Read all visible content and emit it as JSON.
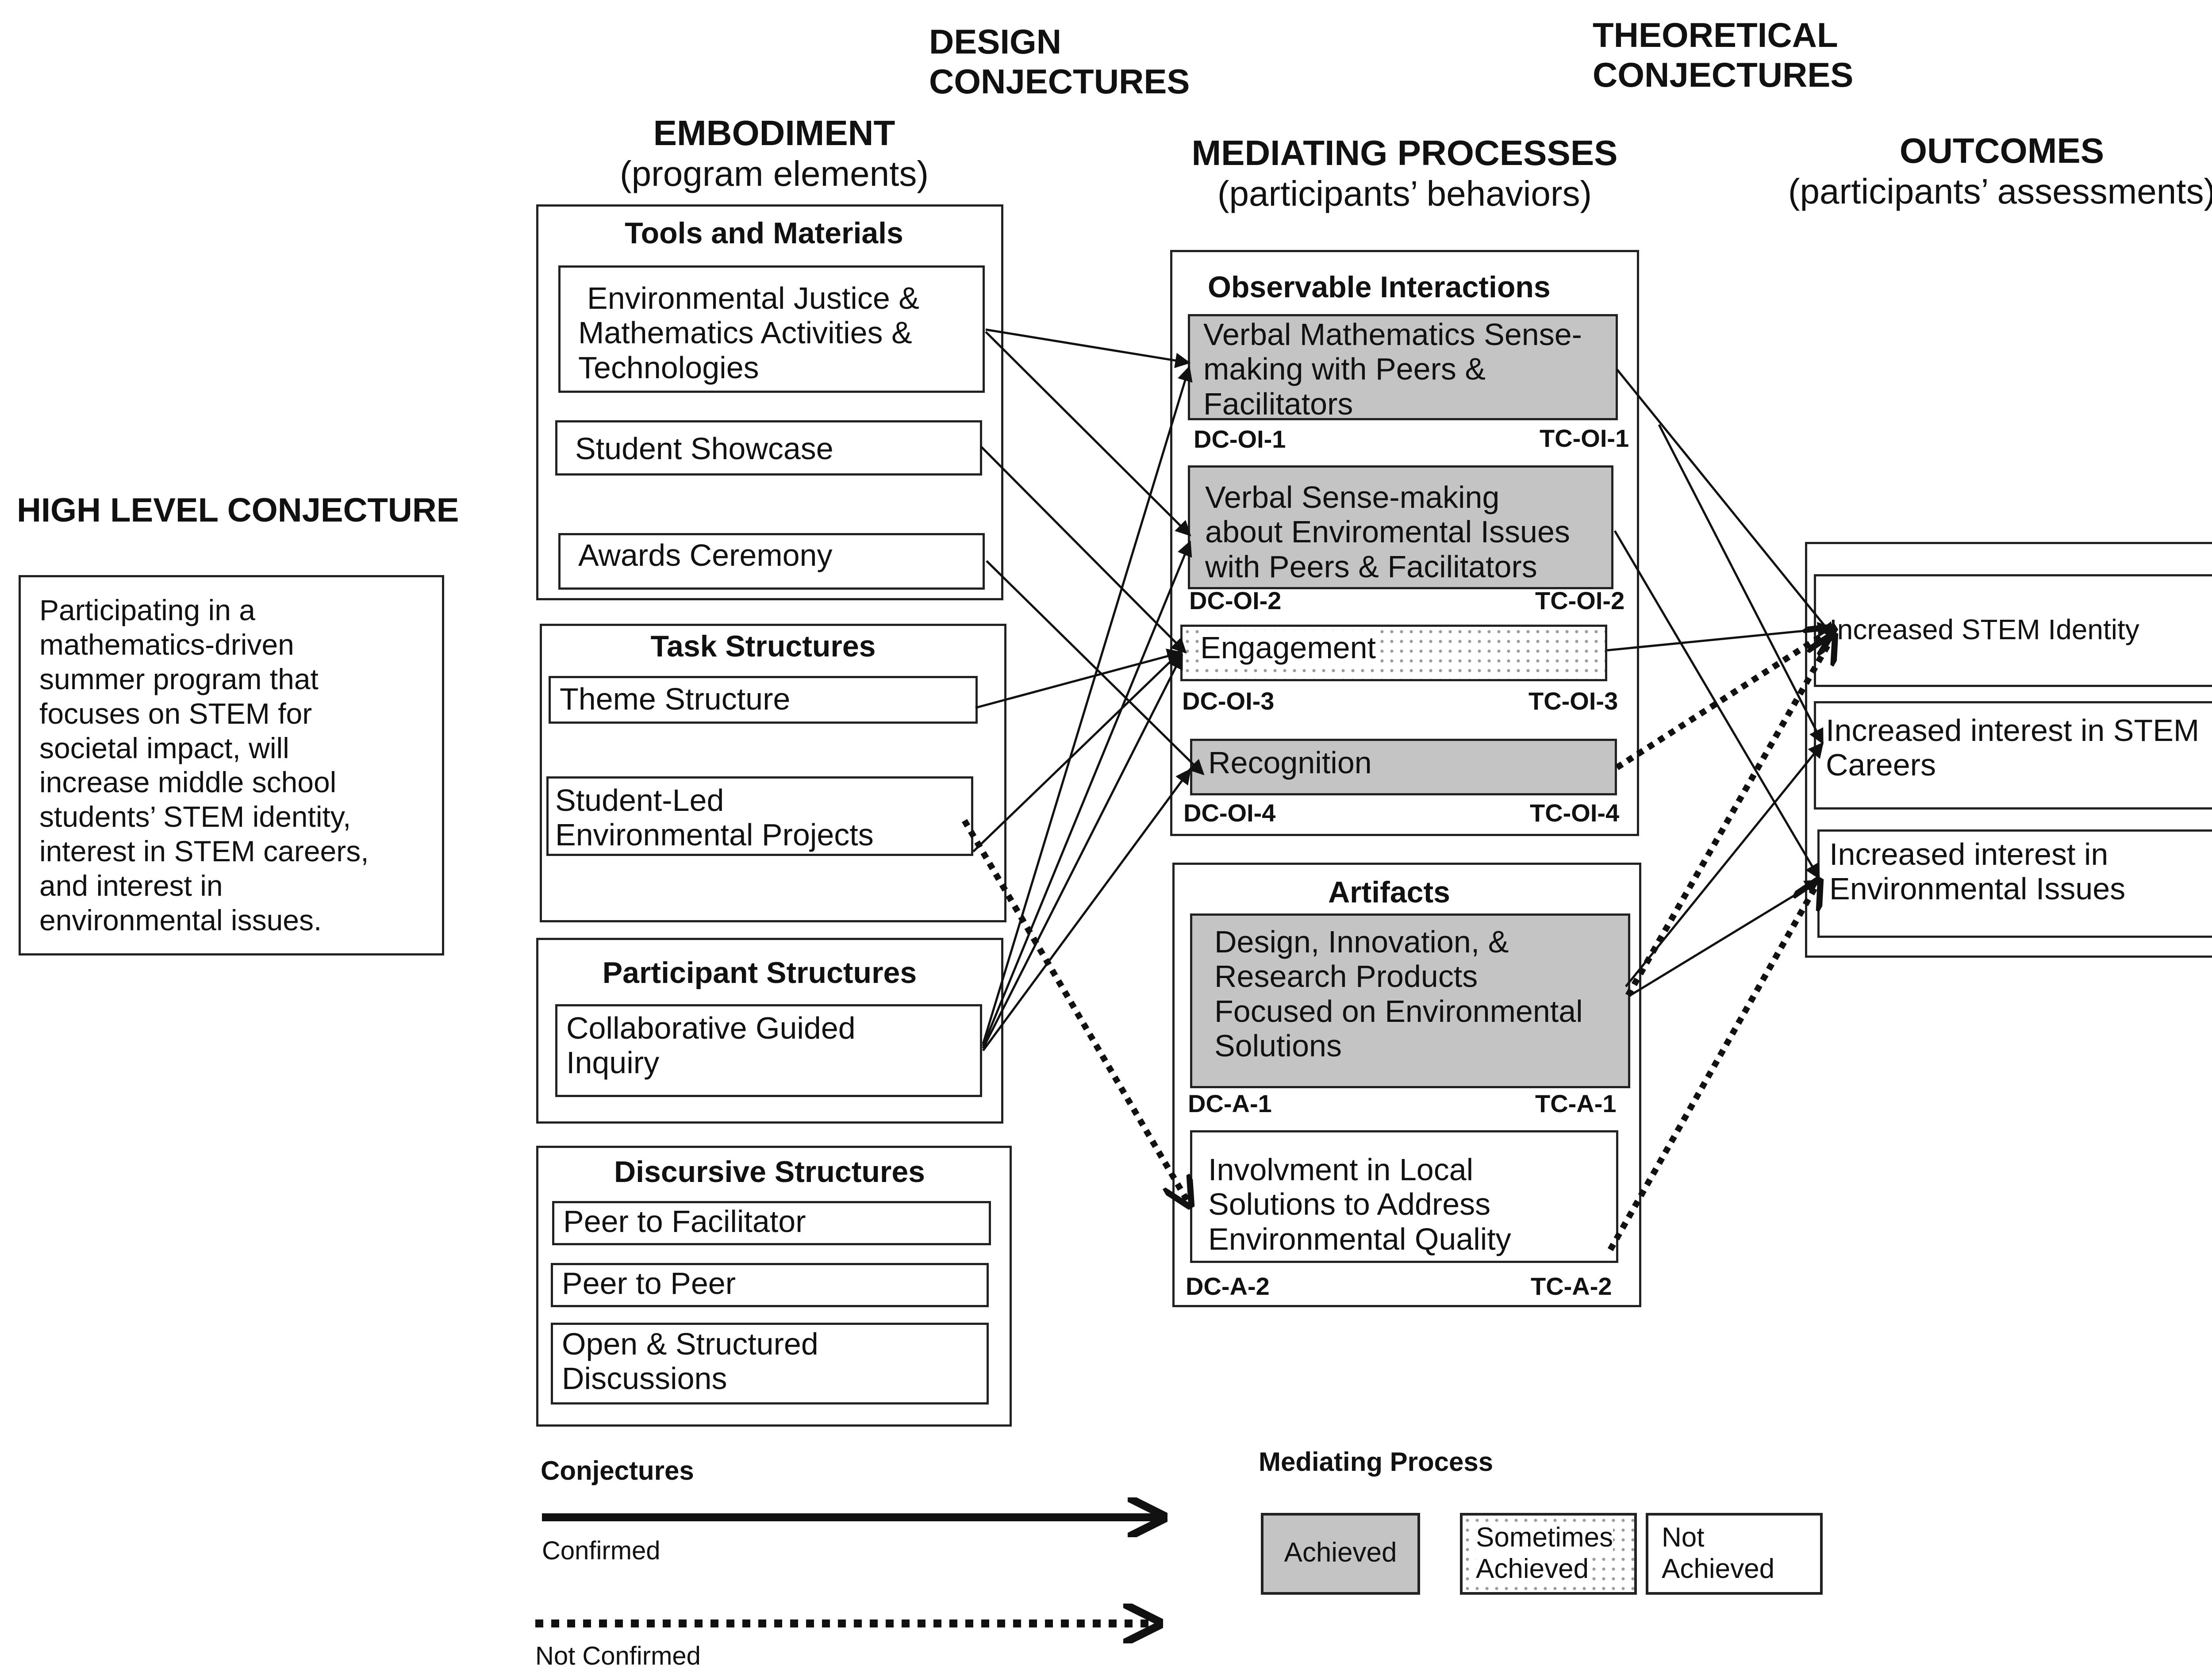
{
  "headers": {
    "design_conjectures": [
      "DESIGN",
      "CONJECTURES"
    ],
    "theoretical_conjectures": [
      "THEORETICAL",
      "CONJECTURES"
    ],
    "embodiment": "EMBODIMENT",
    "embodiment_sub": "(program elements)",
    "mediating": "MEDIATING PROCESSES",
    "mediating_sub": "(participants’ behaviors)",
    "outcomes": "OUTCOMES",
    "outcomes_sub": "(participants’ assessments)"
  },
  "high_level": {
    "title": "HIGH LEVEL CONJECTURE",
    "text_lines": [
      "Participating in a",
      "mathematics-driven",
      "summer program that",
      "focuses on STEM for",
      "societal impact, will",
      "increase middle school",
      "students’ STEM identity,",
      "interest in STEM careers,",
      "and interest in",
      "environmental issues."
    ]
  },
  "embodiment": {
    "tools": {
      "title": "Tools and Materials",
      "items": [
        {
          "lines": [
            "Environmental Justice &",
            "Mathematics Activities &",
            "Technologies"
          ]
        },
        {
          "lines": [
            "Student Showcase"
          ]
        },
        {
          "lines": [
            "Awards Ceremony"
          ]
        }
      ]
    },
    "task": {
      "title": "Task Structures",
      "items": [
        {
          "lines": [
            "Theme Structure"
          ]
        },
        {
          "lines": [
            "Student-Led",
            "Environmental Projects"
          ]
        }
      ]
    },
    "participant": {
      "title": "Participant Structures",
      "items": [
        {
          "lines": [
            "Collaborative Guided",
            "Inquiry"
          ]
        }
      ]
    },
    "discursive": {
      "title": "Discursive Structures",
      "items": [
        {
          "lines": [
            "Peer to Facilitator"
          ]
        },
        {
          "lines": [
            "Peer to Peer"
          ]
        },
        {
          "lines": [
            "Open & Structured",
            "Discussions"
          ]
        }
      ]
    }
  },
  "mediating": {
    "observable": {
      "title": "Observable Interactions",
      "items": [
        {
          "lines": [
            "Verbal Mathematics Sense-",
            "making with Peers &",
            "Facilitators"
          ],
          "status": "Achieved",
          "dc": "DC-OI-1",
          "tc": "TC-OI-1"
        },
        {
          "lines": [
            "Verbal Sense-making",
            "about Enviromental Issues",
            "with Peers & Facilitators"
          ],
          "status": "Achieved",
          "dc": "DC-OI-2",
          "tc": "TC-OI-2"
        },
        {
          "lines": [
            "Engagement"
          ],
          "status": "Sometimes Achieved",
          "dc": "DC-OI-3",
          "tc": "TC-OI-3"
        },
        {
          "lines": [
            "Recognition"
          ],
          "status": "Achieved",
          "dc": "DC-OI-4",
          "tc": "TC-OI-4"
        }
      ]
    },
    "artifacts": {
      "title": "Artifacts",
      "items": [
        {
          "lines": [
            "Design, Innovation, &",
            "Research Products",
            "Focused on Environmental",
            "Solutions"
          ],
          "status": "Achieved",
          "dc": "DC-A-1",
          "tc": "TC-A-1"
        },
        {
          "lines": [
            "Involvment in Local",
            "Solutions to Address",
            "Environmental Quality"
          ],
          "status": "Not Achieved",
          "dc": "DC-A-2",
          "tc": "TC-A-2"
        }
      ]
    }
  },
  "outcomes": {
    "items": [
      {
        "lines": [
          "Increased STEM Identity"
        ]
      },
      {
        "lines": [
          "Increased interest in STEM",
          "Careers"
        ]
      },
      {
        "lines": [
          "Increased interest in",
          "Environmental Issues"
        ]
      }
    ]
  },
  "legend": {
    "conjectures_title": "Conjectures",
    "confirmed": "Confirmed",
    "not_confirmed": "Not Confirmed",
    "mediating_title": "Mediating Process",
    "achieved": "Achieved",
    "sometimes": [
      "Sometimes",
      "Achieved"
    ],
    "not_achieved": [
      "Not",
      "Achieved"
    ]
  },
  "links": {
    "confirmed": [
      [
        "Environmental Justice & Mathematics Activities & Technologies",
        "Verbal Mathematics Sense-making with Peers & Facilitators"
      ],
      [
        "Environmental Justice & Mathematics Activities & Technologies",
        "Verbal Sense-making about Enviromental Issues with Peers & Facilitators"
      ],
      [
        "Student Showcase",
        "Engagement"
      ],
      [
        "Awards Ceremony",
        "Recognition"
      ],
      [
        "Theme Structure",
        "Engagement"
      ],
      [
        "Student-Led Environmental Projects",
        "Engagement"
      ],
      [
        "Collaborative Guided Inquiry",
        "Verbal Mathematics Sense-making with Peers & Facilitators"
      ],
      [
        "Collaborative Guided Inquiry",
        "Verbal Sense-making about Enviromental Issues with Peers & Facilitators"
      ],
      [
        "Collaborative Guided Inquiry",
        "Engagement"
      ],
      [
        "Collaborative Guided Inquiry",
        "Recognition"
      ],
      [
        "Verbal Mathematics Sense-making with Peers & Facilitators",
        "Increased STEM Identity"
      ],
      [
        "Verbal Mathematics Sense-making with Peers & Facilitators",
        "Increased interest in STEM Careers"
      ],
      [
        "Verbal Sense-making about Enviromental Issues with Peers & Facilitators",
        "Increased interest in Environmental Issues"
      ],
      [
        "Engagement",
        "Increased STEM Identity"
      ],
      [
        "Design, Innovation, & Research Products Focused on Environmental Solutions",
        "Increased interest in STEM Careers"
      ],
      [
        "Design, Innovation, & Research Products Focused on Environmental Solutions",
        "Increased interest in Environmental Issues"
      ]
    ],
    "not_confirmed": [
      [
        "Student-Led Environmental Projects",
        "Involvment in Local Solutions to Address Environmental Quality"
      ],
      [
        "Recognition",
        "Increased STEM Identity"
      ],
      [
        "Design, Innovation, & Research Products Focused on Environmental Solutions",
        "Increased STEM Identity"
      ],
      [
        "Involvment in Local Solutions to Address Environmental Quality",
        "Increased interest in Environmental Issues"
      ]
    ]
  }
}
